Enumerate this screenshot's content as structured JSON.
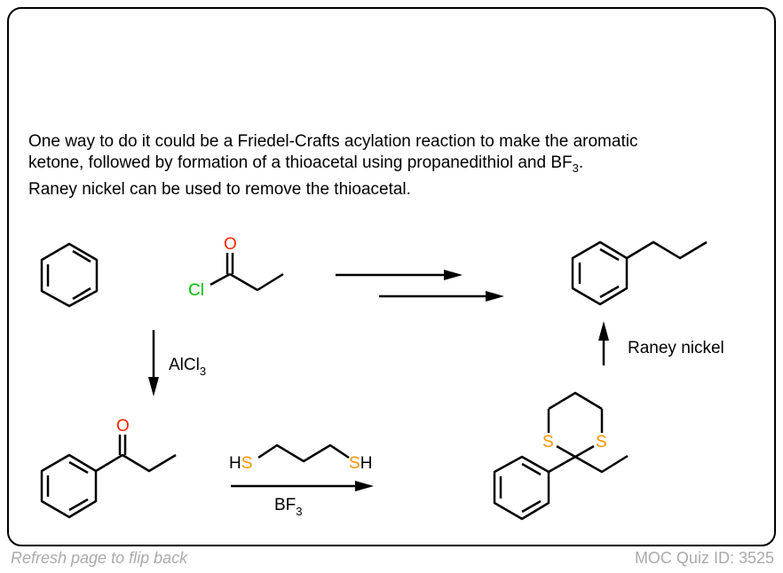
{
  "description": {
    "line1": "One way to do it could be a Friedel-Crafts acylation reaction to make the aromatic",
    "line2_pre": "ketone, followed by formation of a thioacetal using propanedithiol and BF",
    "line2_sub": "3",
    "line2_post": ".",
    "line3": "Raney nickel can be used to remove the thioacetal."
  },
  "scheme": {
    "acyl_chloride": {
      "cl": "Cl",
      "o": "O"
    },
    "ketone": {
      "o": "O"
    },
    "step1_reagent": {
      "main": "AlCl",
      "sub": "3"
    },
    "dithiol": {
      "h_left": "H",
      "s_left": "S",
      "s_right": "S",
      "h_right": "H"
    },
    "step2_reagent": {
      "main": "BF",
      "sub": "3"
    },
    "dithiane": {
      "s_left": "S",
      "s_right": "S"
    },
    "step3_reagent": "Raney nickel"
  },
  "colors": {
    "oxygen": "#ff2600",
    "chlorine": "#00c000",
    "sulfur": "#ff9300"
  },
  "footer": {
    "flip_hint": "Refresh page to flip back",
    "quiz_id": "MOC Quiz ID: 3525"
  }
}
